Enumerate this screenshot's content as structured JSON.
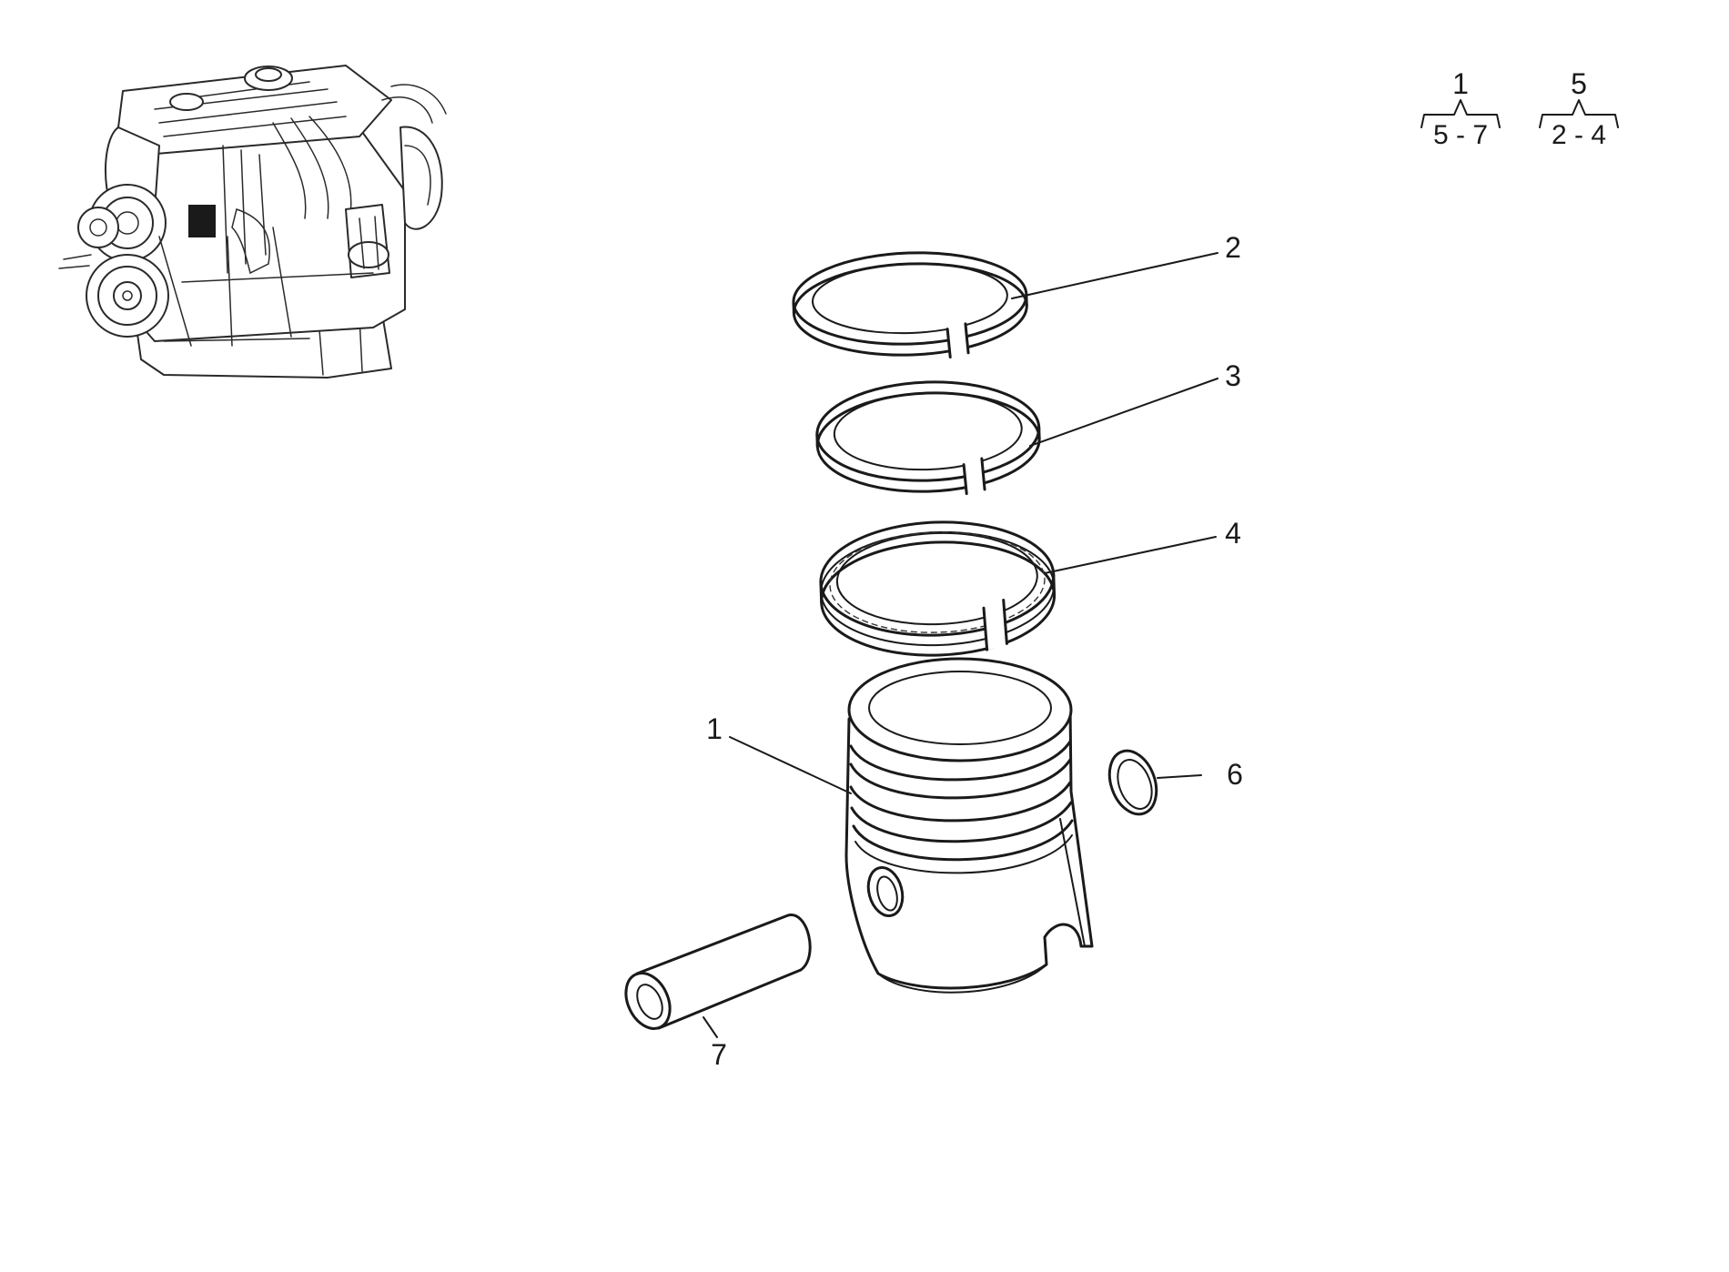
{
  "callouts": [
    {
      "id": "1",
      "text": "1"
    },
    {
      "id": "2",
      "text": "2"
    },
    {
      "id": "3",
      "text": "3"
    },
    {
      "id": "4",
      "text": "4"
    },
    {
      "id": "6",
      "text": "6"
    },
    {
      "id": "7",
      "text": "7"
    }
  ],
  "groups": [
    {
      "parent": "1",
      "range": "5 - 7"
    },
    {
      "parent": "5",
      "range": "2 - 4"
    }
  ]
}
